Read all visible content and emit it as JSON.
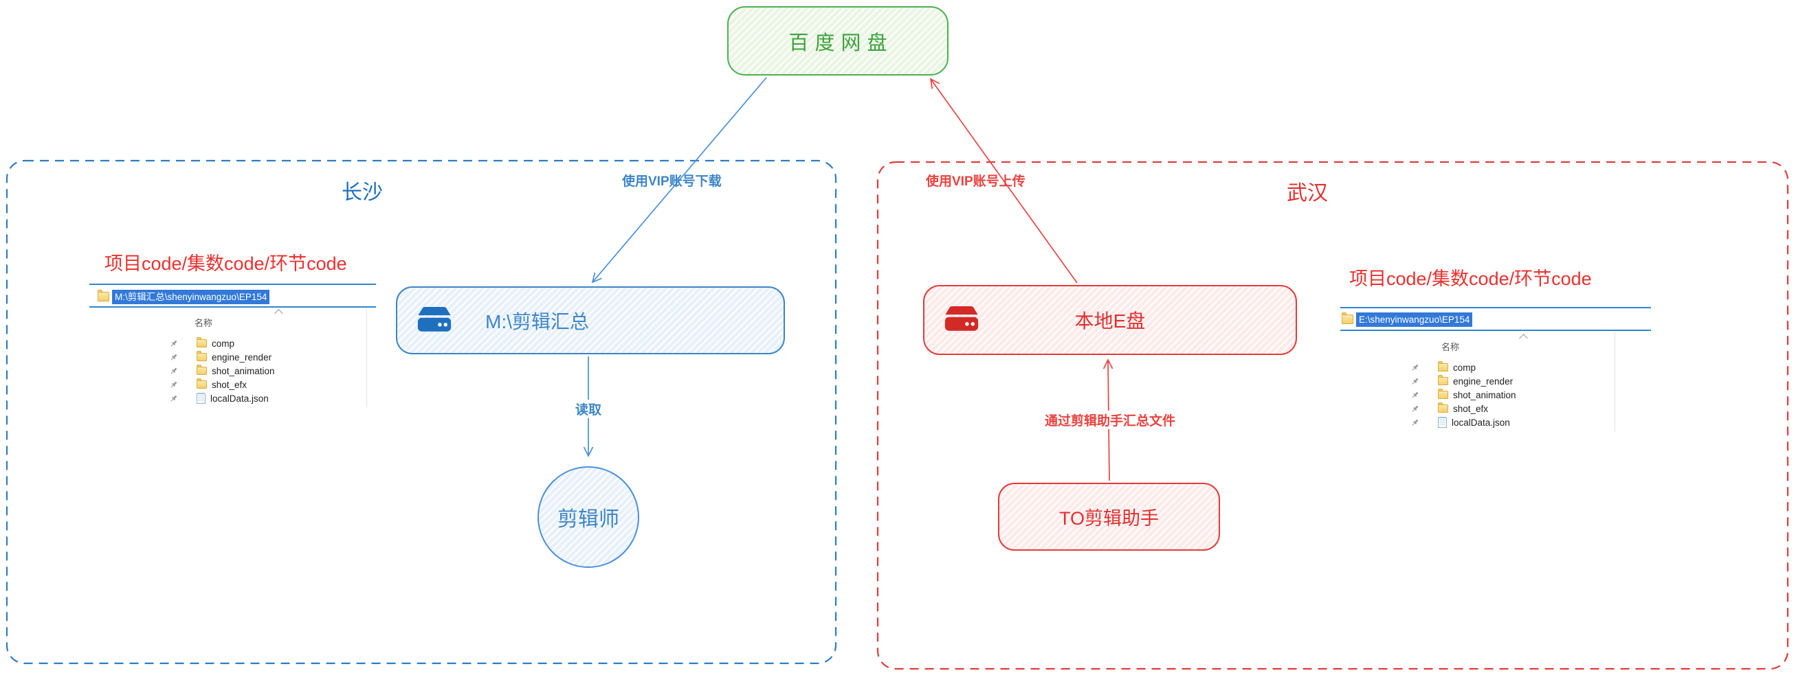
{
  "cloud": {
    "label": "百度网盘"
  },
  "regions": {
    "left_label": "长沙",
    "right_label": "武汉"
  },
  "edges": {
    "download": "使用VIP账号下载",
    "read": "读取",
    "upload": "使用VIP账号上传",
    "collect": "通过剪辑助手汇总文件"
  },
  "left": {
    "heading": "项目code/集数code/环节code",
    "explorer": {
      "path": "M:\\剪辑汇总\\shenyinwangzuo\\EP154",
      "name_header": "名称",
      "items": [
        {
          "label": "comp",
          "type": "folder"
        },
        {
          "label": "engine_render",
          "type": "folder"
        },
        {
          "label": "shot_animation",
          "type": "folder"
        },
        {
          "label": "shot_efx",
          "type": "folder"
        },
        {
          "label": "localData.json",
          "type": "file"
        }
      ]
    },
    "drive": {
      "label": "M:\\剪辑汇总"
    },
    "person": {
      "label": "剪辑师"
    }
  },
  "right": {
    "heading": "项目code/集数code/环节code",
    "explorer": {
      "path": "E:\\shenyinwangzuo\\EP154",
      "name_header": "名称",
      "items": [
        {
          "label": "comp",
          "type": "folder"
        },
        {
          "label": "engine_render",
          "type": "folder"
        },
        {
          "label": "shot_animation",
          "type": "folder"
        },
        {
          "label": "shot_efx",
          "type": "folder"
        },
        {
          "label": "localData.json",
          "type": "file"
        }
      ]
    },
    "drive": {
      "label": "本地E盘"
    },
    "assistant": {
      "label": "TO剪辑助手"
    }
  },
  "colors": {
    "green_accent": "#4caf50",
    "blue_accent": "#2e7bbf",
    "red_accent": "#e23b3b",
    "selection_blue": "#3279d8"
  }
}
